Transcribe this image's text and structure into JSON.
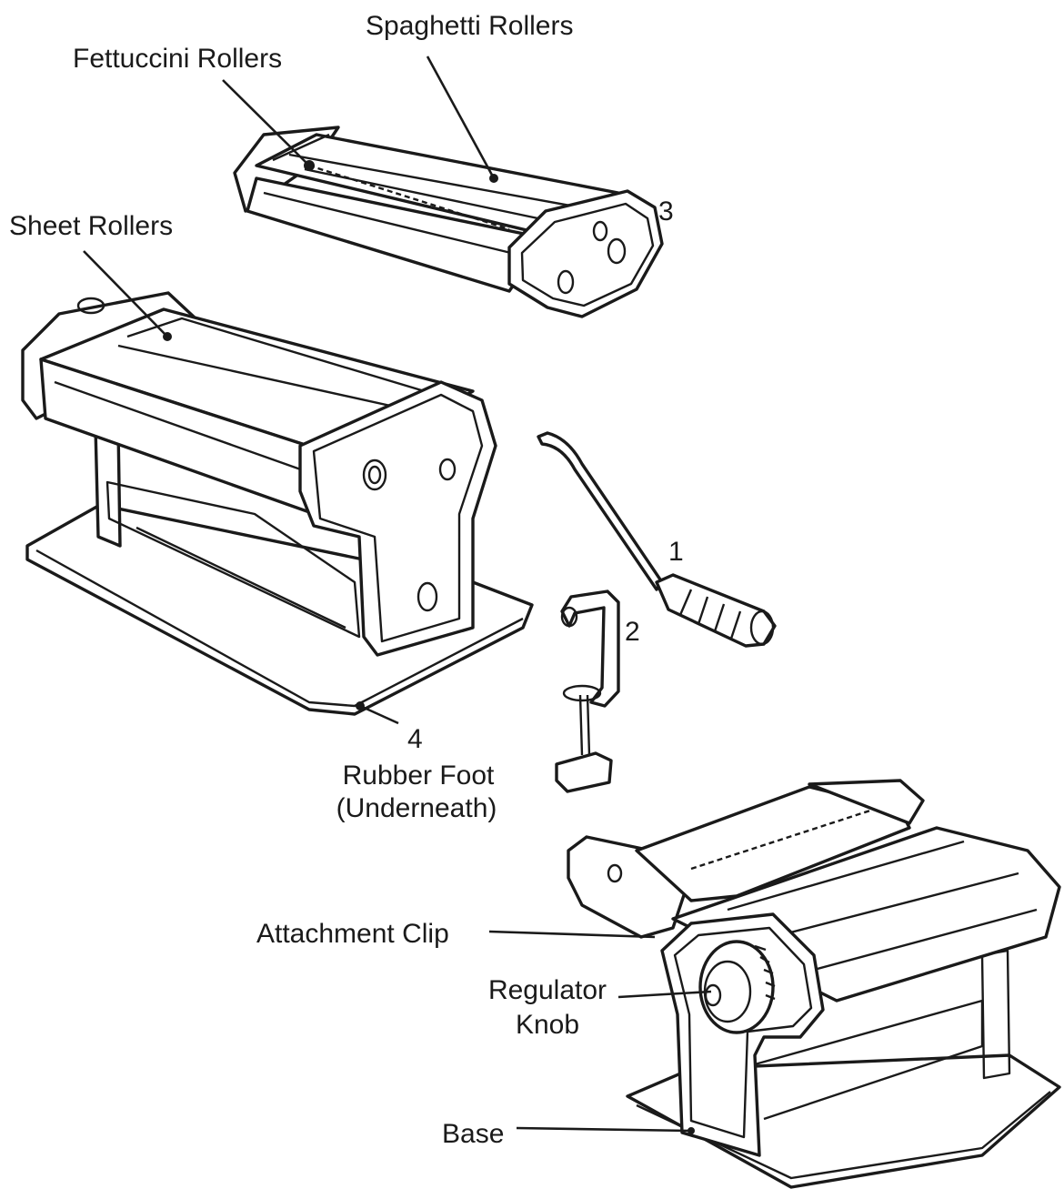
{
  "labels": {
    "spaghetti_rollers": "Spaghetti Rollers",
    "fettuccini_rollers": "Fettuccini Rollers",
    "sheet_rollers": "Sheet Rollers",
    "rubber_foot_line1": "Rubber Foot",
    "rubber_foot_line2": "(Underneath)",
    "attachment_clip": "Attachment Clip",
    "regulator_knob_line1": "Regulator",
    "regulator_knob_line2": "Knob",
    "base": "Base"
  },
  "part_numbers": {
    "crank_handle": "1",
    "clamp": "2",
    "cutter_attachment": "3",
    "rubber_foot": "4"
  }
}
